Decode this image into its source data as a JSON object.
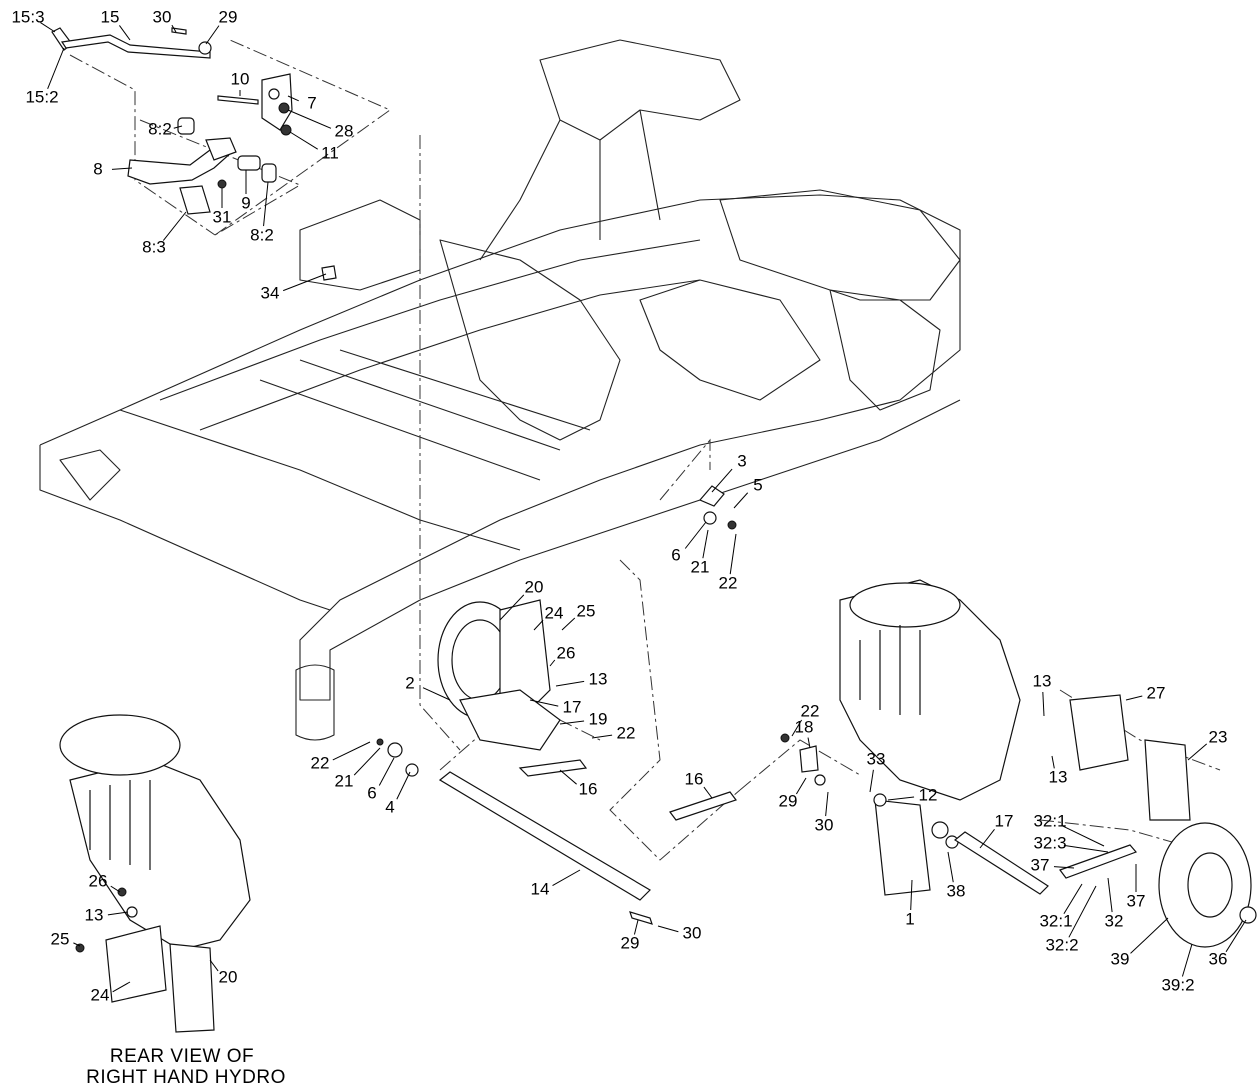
{
  "caption": [
    "REAR VIEW OF",
    "RIGHT HAND HYDRO"
  ],
  "callouts": [
    {
      "text": "15:3"
    },
    {
      "text": "15"
    },
    {
      "text": "30"
    },
    {
      "text": "29"
    },
    {
      "text": "15:2"
    },
    {
      "text": "10"
    },
    {
      "text": "7"
    },
    {
      "text": "8:2"
    },
    {
      "text": "28"
    },
    {
      "text": "11"
    },
    {
      "text": "8"
    },
    {
      "text": "9"
    },
    {
      "text": "31"
    },
    {
      "text": "8:2"
    },
    {
      "text": "8:3"
    },
    {
      "text": "34"
    },
    {
      "text": "3"
    },
    {
      "text": "5"
    },
    {
      "text": "6"
    },
    {
      "text": "21"
    },
    {
      "text": "22"
    },
    {
      "text": "20"
    },
    {
      "text": "24"
    },
    {
      "text": "25"
    },
    {
      "text": "26"
    },
    {
      "text": "13"
    },
    {
      "text": "2"
    },
    {
      "text": "17"
    },
    {
      "text": "19"
    },
    {
      "text": "22"
    },
    {
      "text": "22"
    },
    {
      "text": "21"
    },
    {
      "text": "6"
    },
    {
      "text": "4"
    },
    {
      "text": "16"
    },
    {
      "text": "14"
    },
    {
      "text": "29"
    },
    {
      "text": "30"
    },
    {
      "text": "16"
    },
    {
      "text": "22"
    },
    {
      "text": "18"
    },
    {
      "text": "29"
    },
    {
      "text": "30"
    },
    {
      "text": "33"
    },
    {
      "text": "12"
    },
    {
      "text": "17"
    },
    {
      "text": "13"
    },
    {
      "text": "27"
    },
    {
      "text": "13"
    },
    {
      "text": "23"
    },
    {
      "text": "32:1"
    },
    {
      "text": "32:3"
    },
    {
      "text": "37"
    },
    {
      "text": "37"
    },
    {
      "text": "1"
    },
    {
      "text": "38"
    },
    {
      "text": "32:1"
    },
    {
      "text": "32"
    },
    {
      "text": "32:2"
    },
    {
      "text": "39"
    },
    {
      "text": "36"
    },
    {
      "text": "39:2"
    },
    {
      "text": "26"
    },
    {
      "text": "13"
    },
    {
      "text": "25"
    },
    {
      "text": "20"
    },
    {
      "text": "24"
    }
  ]
}
